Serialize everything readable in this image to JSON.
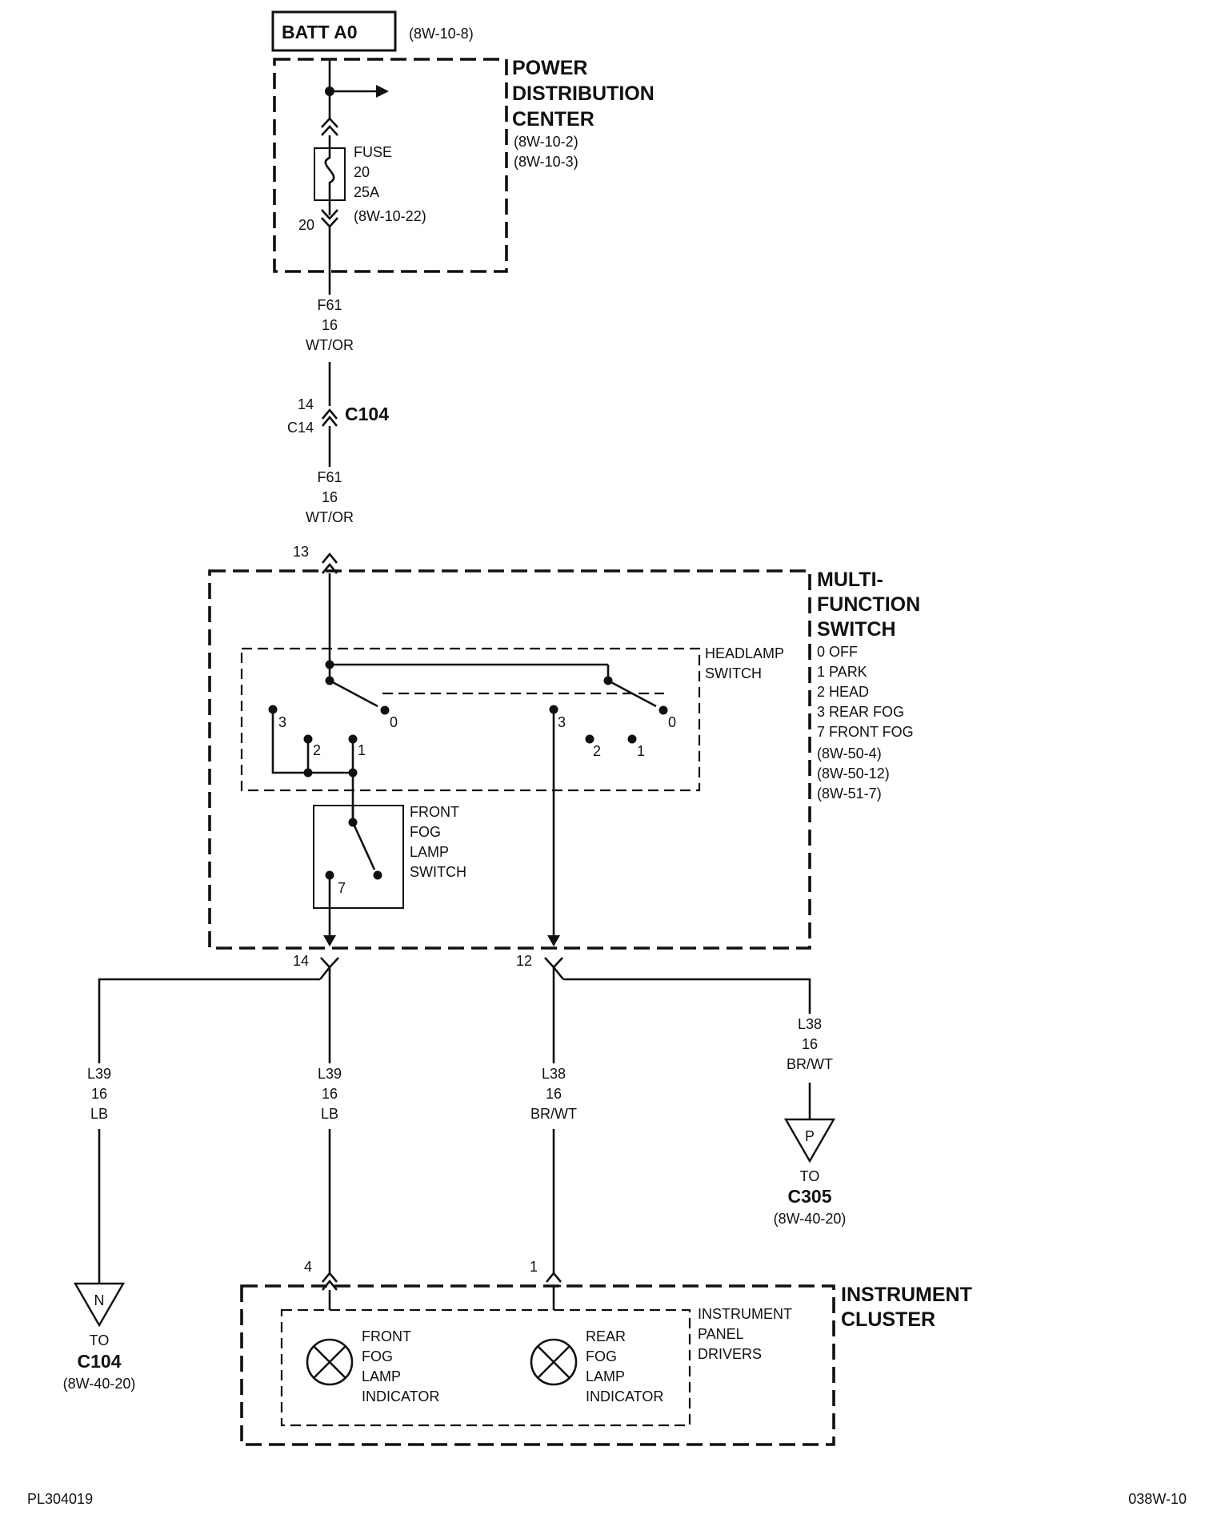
{
  "batt": {
    "label": "BATT A0",
    "ref": "(8W-10-8)"
  },
  "pdc": {
    "title": [
      "POWER",
      "DISTRIBUTION",
      "CENTER"
    ],
    "refs": [
      "(8W-10-2)",
      "(8W-10-3)"
    ],
    "fuse": [
      "FUSE",
      "20",
      "25A",
      "(8W-10-22)"
    ],
    "cavity": "20"
  },
  "wire_f61_top": [
    "F61",
    "16",
    "WT/OR"
  ],
  "c104_mid": {
    "pin_top": "14",
    "pin_bottom": "C14",
    "name": "C104"
  },
  "wire_f61_bottom": [
    "F61",
    "16",
    "WT/OR"
  ],
  "mfs": {
    "pin_in": "13",
    "title": [
      "MULTI-",
      "FUNCTION",
      "SWITCH"
    ],
    "positions": [
      "0 OFF",
      "1 PARK",
      "2 HEAD",
      "3 REAR FOG",
      "7 FRONT FOG"
    ],
    "refs": [
      "(8W-50-4)",
      "(8W-50-12)",
      "(8W-51-7)"
    ],
    "headlamp_switch": [
      "HEADLAMP",
      "SWITCH"
    ],
    "left_contacts": [
      "3",
      "2",
      "1",
      "0"
    ],
    "right_contacts": [
      "3",
      "2",
      "1",
      "0"
    ],
    "fog_switch": [
      "FRONT",
      "FOG",
      "LAMP",
      "SWITCH"
    ],
    "fog_contact": "7",
    "pin_out_left": "14",
    "pin_out_right": "12"
  },
  "wire_l39_a": [
    "L39",
    "16",
    "LB"
  ],
  "wire_l39_b": [
    "L39",
    "16",
    "LB"
  ],
  "wire_l38_a": [
    "L38",
    "16",
    "BR/WT"
  ],
  "wire_l38_b": [
    "L38",
    "16",
    "BR/WT"
  ],
  "conn_n": {
    "letter": "N",
    "to": "TO",
    "name": "C104",
    "ref": "(8W-40-20)"
  },
  "conn_p": {
    "letter": "P",
    "to": "TO",
    "name": "C305",
    "ref": "(8W-40-20)"
  },
  "cluster": {
    "title": [
      "INSTRUMENT",
      "CLUSTER"
    ],
    "drivers": [
      "INSTRUMENT",
      "PANEL",
      "DRIVERS"
    ],
    "pin_left": "4",
    "pin_right": "1",
    "front_indicator": [
      "FRONT",
      "FOG",
      "LAMP",
      "INDICATOR"
    ],
    "rear_indicator": [
      "REAR",
      "FOG",
      "LAMP",
      "INDICATOR"
    ]
  },
  "footer": {
    "left": "PL304019",
    "right": "038W-10"
  }
}
